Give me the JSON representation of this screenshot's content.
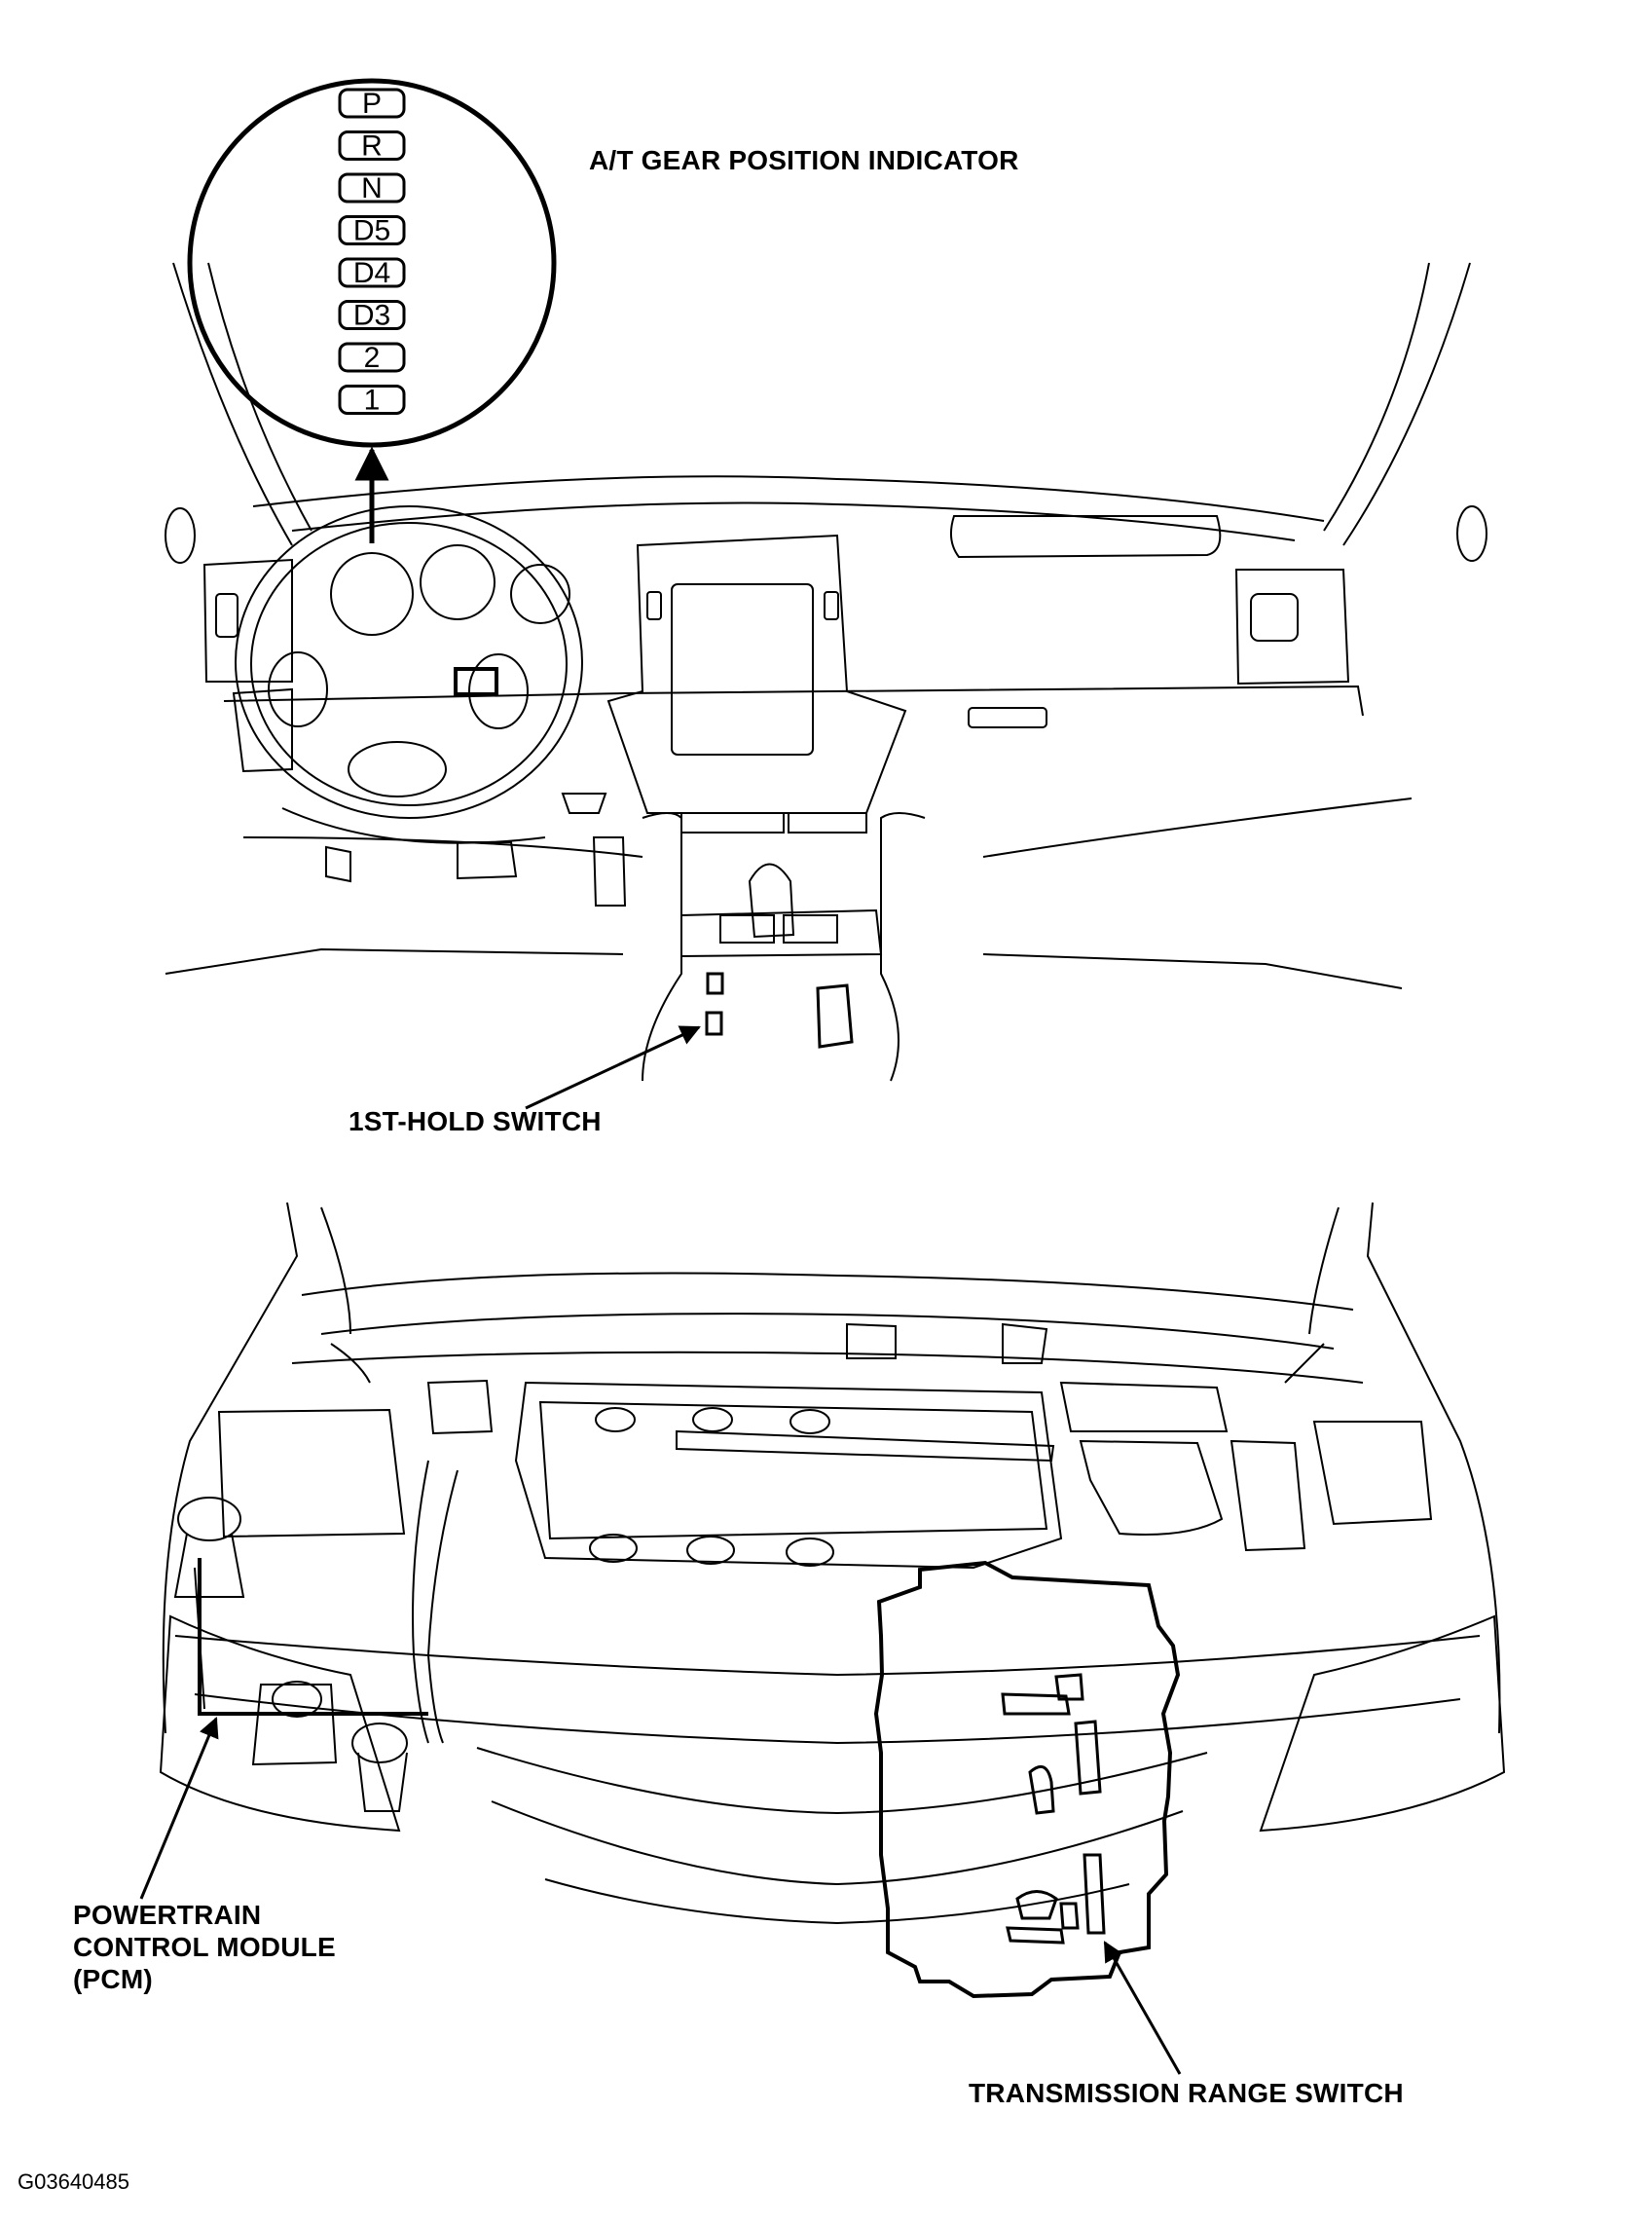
{
  "labels": {
    "gear_indicator": "A/T GEAR POSITION INDICATOR",
    "hold_switch": "1ST-HOLD SWITCH",
    "pcm_line1": "POWERTRAIN",
    "pcm_line2": "CONTROL MODULE",
    "pcm_line3": "(PCM)",
    "range_switch": "TRANSMISSION RANGE SWITCH"
  },
  "figure_id": "G03640485",
  "gear_positions": [
    "P",
    "R",
    "N",
    "D5",
    "D4",
    "D3",
    "2",
    "1"
  ],
  "colors": {
    "ink": "#000000",
    "paper": "#ffffff"
  }
}
